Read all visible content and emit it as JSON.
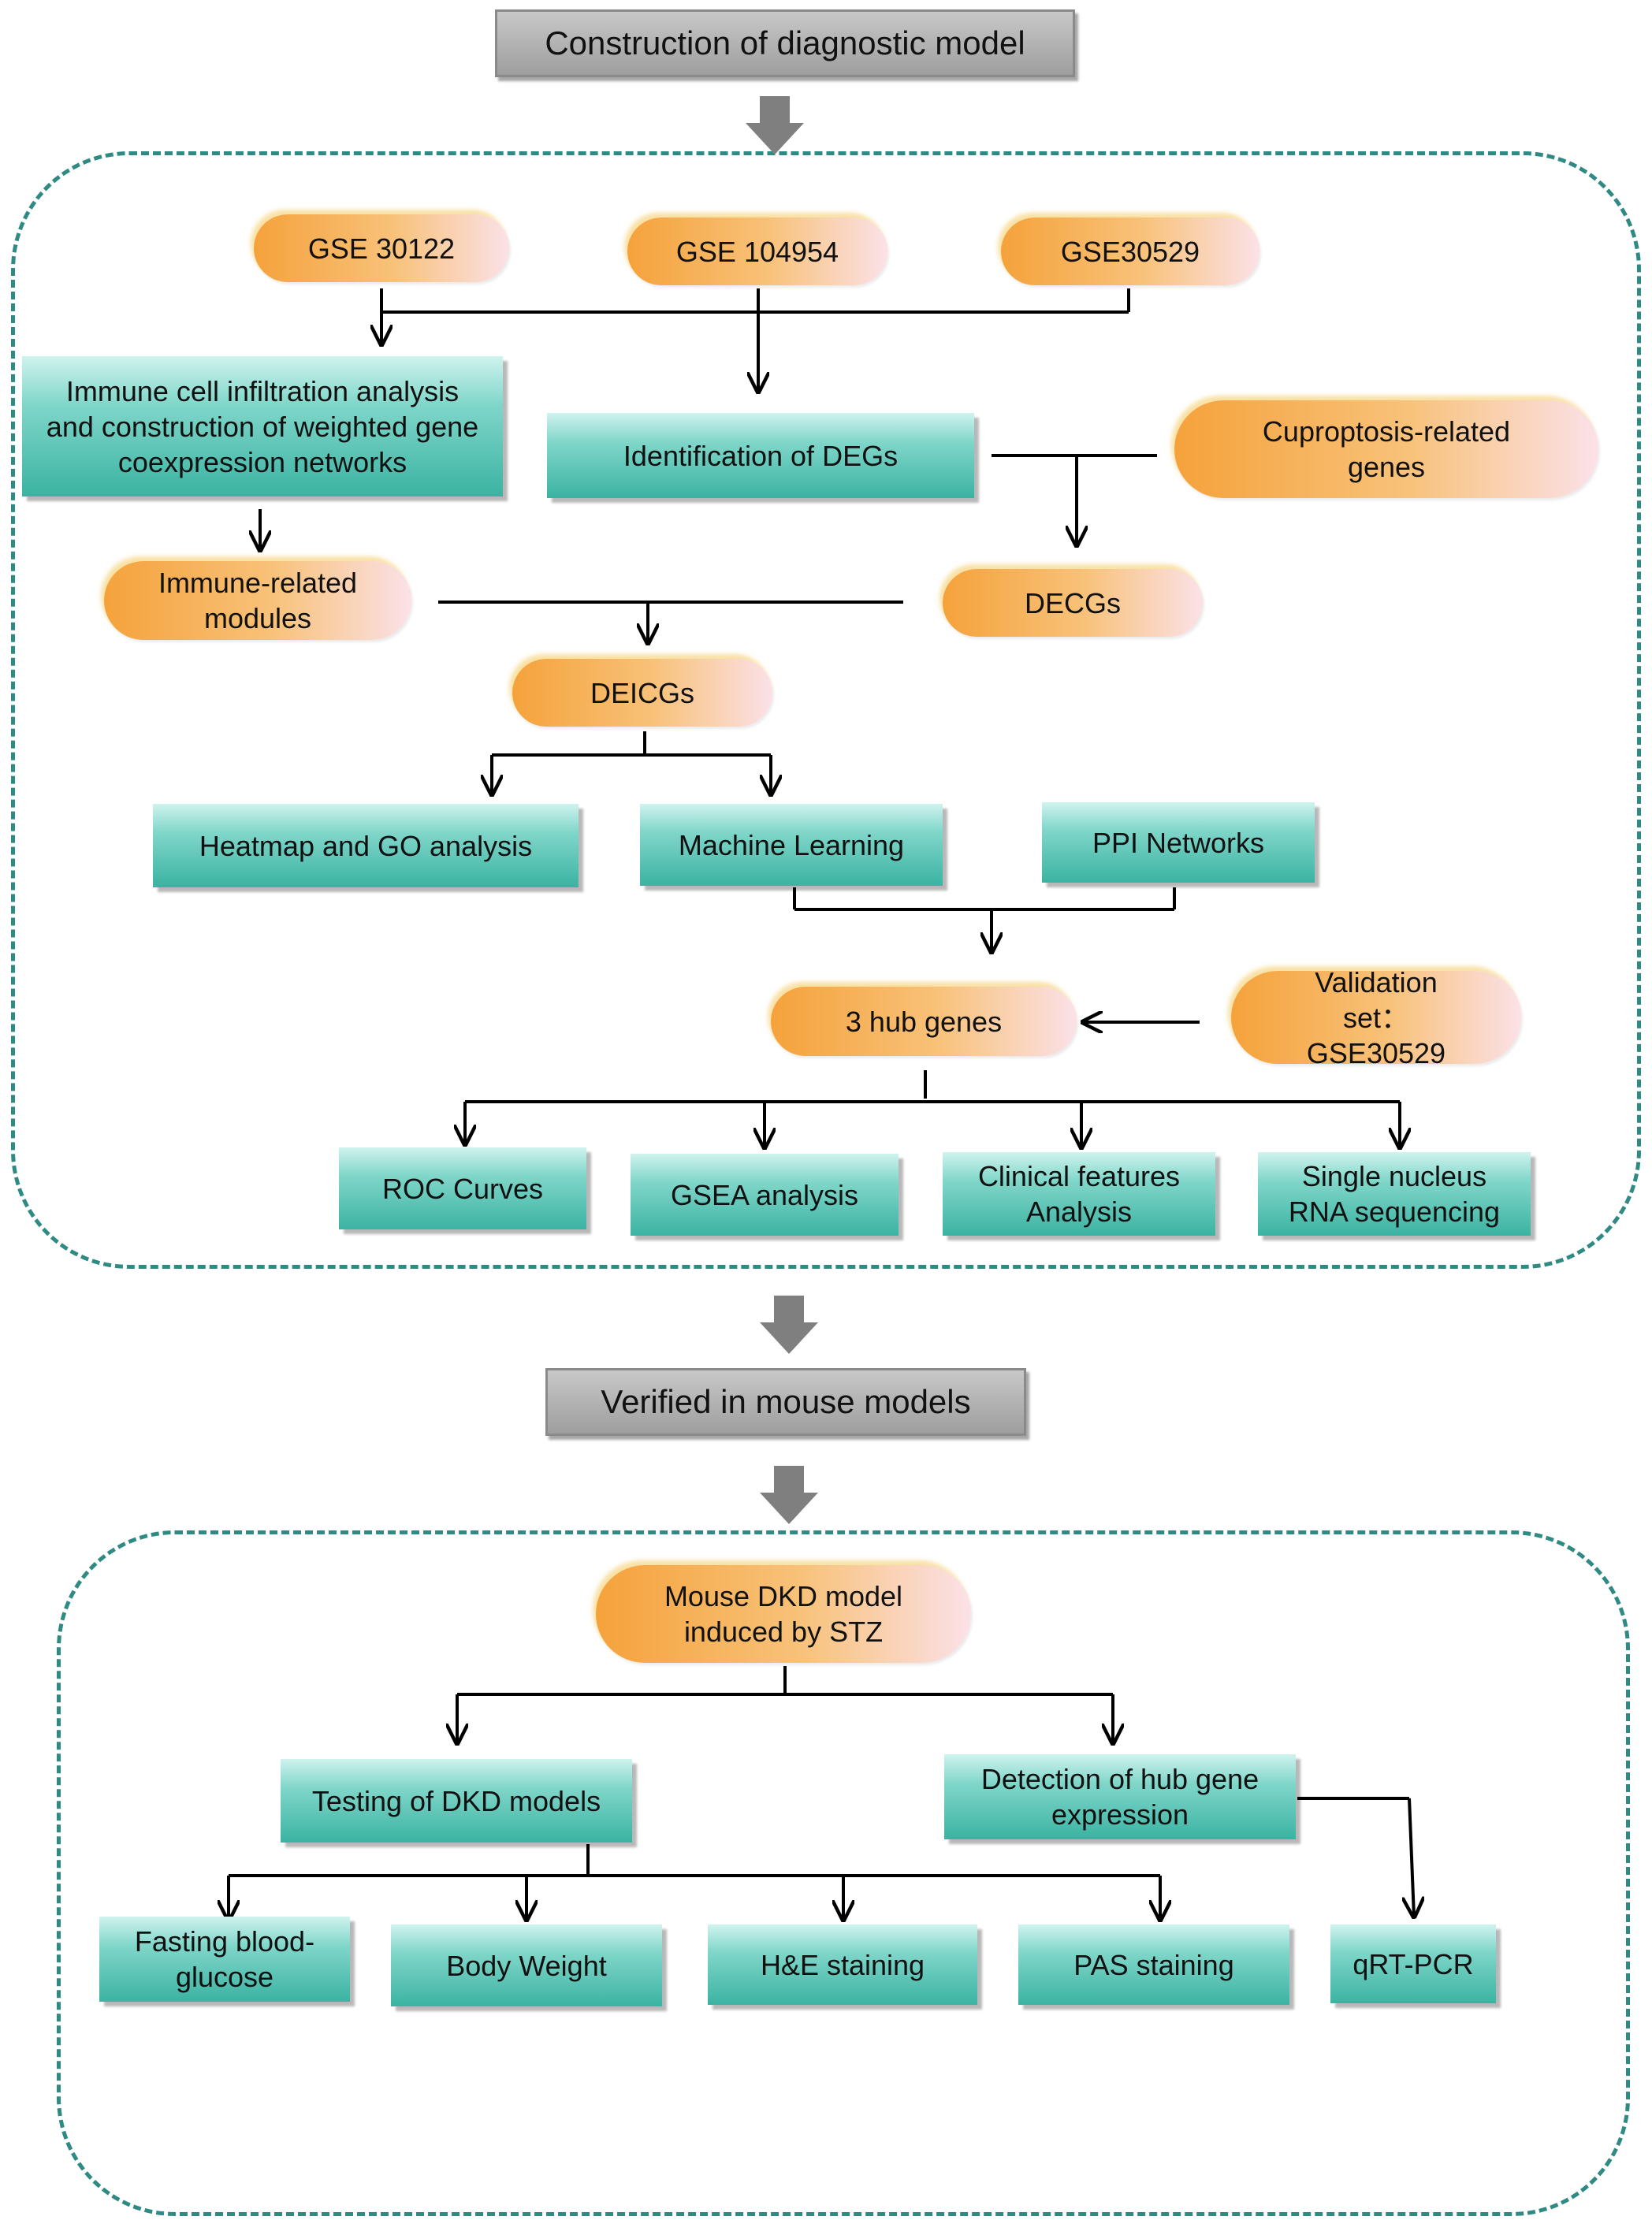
{
  "title_top": "Construction of diagnostic model",
  "title_mid": "Verified in mouse models",
  "datasets": [
    "GSE 30122",
    "GSE 104954",
    "GSE30529"
  ],
  "immune_box": "Immune cell infiltration analysis and construction of weighted gene coexpression networks",
  "deg_box": "Identification of DEGs",
  "cuproptosis": "Cuproptosis-related genes",
  "immune_modules": "Immune-related modules",
  "decgs": "DECGs",
  "deicgs": "DEICGs",
  "heatmap": "Heatmap and GO analysis",
  "ml": "Machine Learning",
  "ppi": "PPI Networks",
  "hub": "3 hub genes",
  "validation": "Validation set：GSE30529",
  "roc": "ROC Curves",
  "gsea": "GSEA analysis",
  "clinical": "Clinical features Analysis",
  "snrna": "Single nucleus RNA sequencing",
  "mouse": "Mouse DKD model induced by STZ",
  "testing": "Testing of DKD models",
  "detection": "Detection of hub gene expression",
  "fasting": "Fasting blood-glucose",
  "body_weight": "Body Weight",
  "he": "H&E staining",
  "pas": "PAS staining",
  "qrt": "qRT-PCR",
  "colors": {
    "teal": "#3bb3a2",
    "orange": "#f5a23b",
    "dash": "#2e8a82",
    "gray": "#8a8a8a"
  }
}
